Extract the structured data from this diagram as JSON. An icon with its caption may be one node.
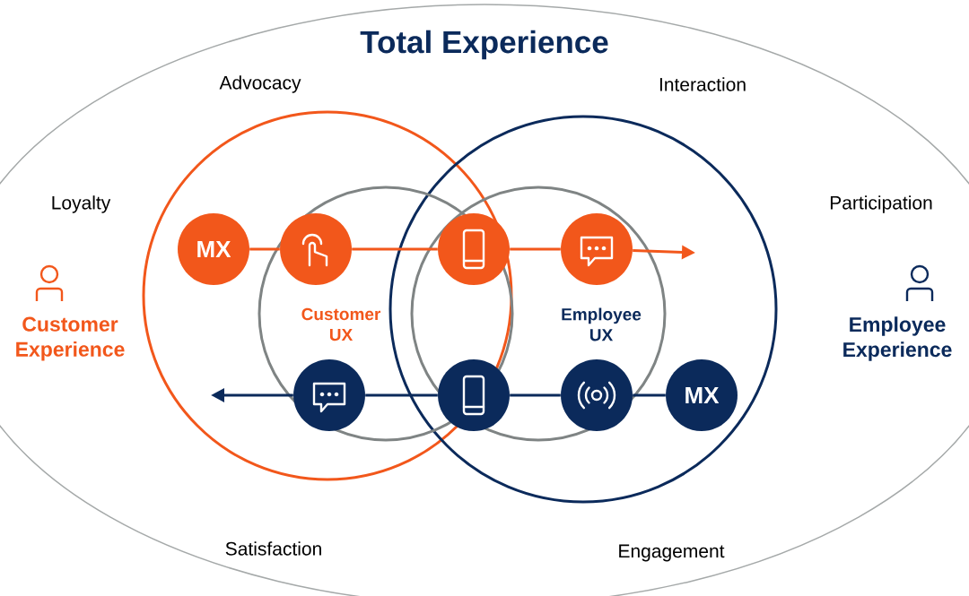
{
  "diagram": {
    "title": "Total Experience",
    "nodes": [
      {
        "text": [
          "Customer UX"
        ]
      },
      {
        "text": [
          "Employee UX"
        ]
      },
      {
        "text": [
          "MX"
        ]
      },
      {
        "text": [],
        "shape": "circle"
      },
      {
        "text": [],
        "shape": "circle"
      },
      {
        "text": [],
        "shape": "circle"
      },
      {
        "text": [],
        "shape": "circle"
      },
      {
        "text": [],
        "shape": "circle"
      },
      {
        "text": [],
        "shape": "circle"
      },
      {
        "text": [
          "MX"
        ]
      }
    ],
    "edges": [
      {
        "from": 2,
        "to": 3,
        "arrow": "none",
        "color": "#f2571b"
      },
      {
        "from": 3,
        "to": 4,
        "arrow": "none",
        "color": "#f2571b"
      },
      {
        "from": 4,
        "to": 5,
        "arrow": "none",
        "color": "#f2571b"
      },
      {
        "from": 5,
        "to": null,
        "arrow": "to",
        "color": "#f2571b"
      },
      {
        "from": 9,
        "to": 8,
        "arrow": "none",
        "color": "#0b2a5b"
      },
      {
        "from": 8,
        "to": 7,
        "arrow": "none",
        "color": "#0b2a5b"
      },
      {
        "from": 7,
        "to": 6,
        "arrow": "none",
        "color": "#0b2a5b"
      },
      {
        "from": 6,
        "to": null,
        "arrow": "to",
        "color": "#0b2a5b"
      }
    ],
    "labels": [
      "Advocacy",
      "Interaction",
      "Loyalty",
      "Participation",
      "Customer Experience",
      "Employee Experience",
      "Satisfaction",
      "Engagement"
    ]
  }
}
